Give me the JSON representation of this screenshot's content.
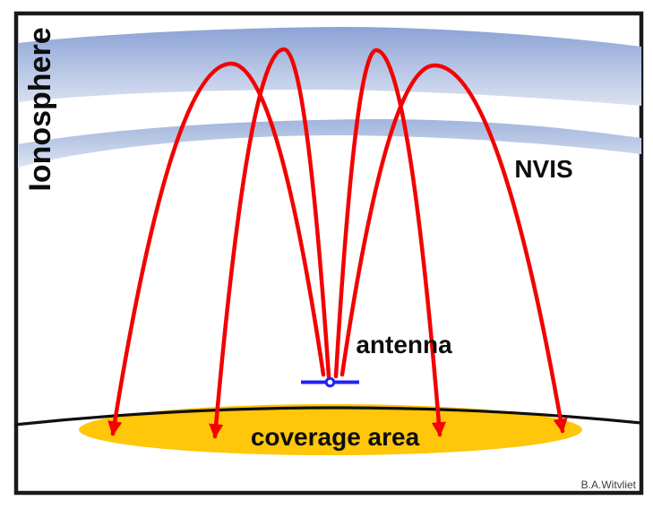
{
  "labels": {
    "ionosphere": "Ionosphere",
    "nvis": "NVIS",
    "antenna": "antenna",
    "coverage_area": "coverage area",
    "attribution": "B.A.Witvliet"
  },
  "colors": {
    "ray_red": "#f20202",
    "coverage_yellow": "#ffc60a",
    "ionosphere_band_dark": "#8aa2d4",
    "ionosphere_band_light": "#dce3f2",
    "thin_band_dark": "#9fb3dc",
    "thin_band_light": "#e0e6f4",
    "antenna_blue": "#2222ee",
    "earth_line": "#101010",
    "frame_black": "#1a1a1a",
    "attribution_gray": "#3d3d3d"
  },
  "figure": {
    "ray_count": 4,
    "ionosphere_layer_count": 2
  }
}
